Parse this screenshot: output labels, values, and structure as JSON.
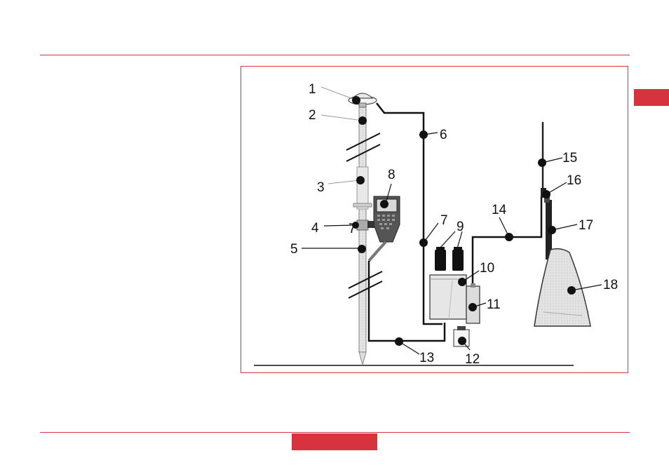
{
  "colors": {
    "accent": "#d7333f",
    "ink": "#111111",
    "panel": "#e6e6e6"
  },
  "diagram": {
    "callouts": [
      "1",
      "2",
      "3",
      "4",
      "5",
      "6",
      "7",
      "7",
      "8",
      "9",
      "10",
      "11",
      "12",
      "13",
      "14",
      "15",
      "16",
      "17",
      "18"
    ]
  }
}
